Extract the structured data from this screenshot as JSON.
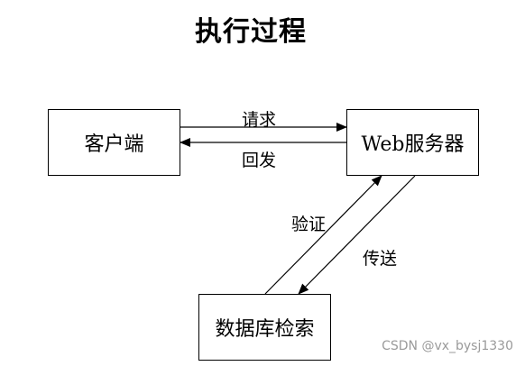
{
  "title": "执行过程",
  "nodes": {
    "client": "客户端",
    "web_server": "Web服务器",
    "db_search": "数据库检索"
  },
  "edges": {
    "request": "请求",
    "reply": "回发",
    "verify": "验证",
    "transmit": "传送"
  },
  "watermark": "CSDN @vx_bysj1330",
  "colors": {
    "line": "#000000",
    "watermark": "#9a9a9a",
    "background": "#ffffff"
  }
}
